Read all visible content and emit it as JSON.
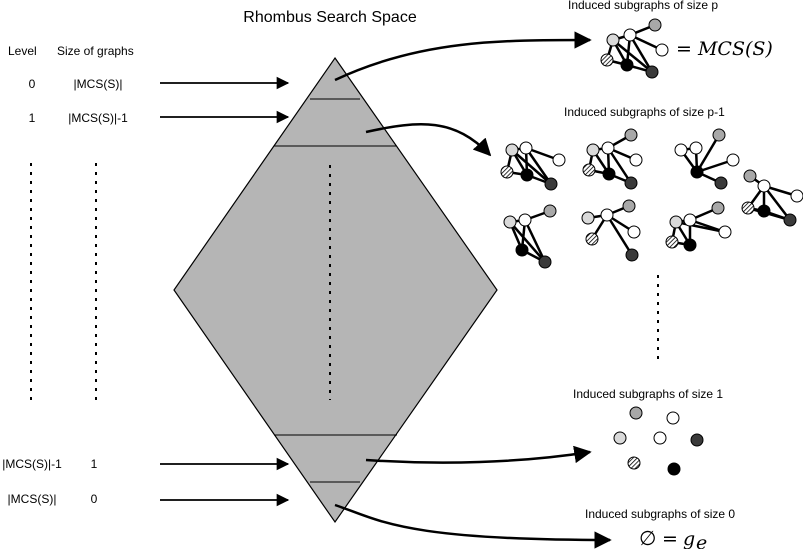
{
  "title": "Rhombus Search Space",
  "table": {
    "header_level": "Level",
    "header_size": "Size of graphs",
    "top_rows": [
      {
        "level": "0",
        "size": "|MCS(S)|"
      },
      {
        "level": "1",
        "size": "|MCS(S)|-1"
      }
    ],
    "bottom_rows": [
      {
        "level": "|MCS(S)|-1",
        "size": "1"
      },
      {
        "level": "|MCS(S)|",
        "size": "0"
      }
    ]
  },
  "labels": {
    "size_p": "Induced subgraphs of size p",
    "size_p_minus_1": "Induced subgraphs of size p-1",
    "size_1": "Induced subgraphs of size 1",
    "size_0": "Induced subgraphs of size 0"
  },
  "equations": {
    "mcs": "= MCS(S)",
    "empty_eq": "= ",
    "empty_symbol": "∅",
    "ge_g": "g",
    "ge_sub": "e"
  },
  "colors": {
    "rhombus_fill": "#b5b5b5",
    "node_white": "#ffffff",
    "node_light": "#d9d9d9",
    "node_gray": "#a8a8a8",
    "node_black": "#000000",
    "node_hatch": "#3a3a3a"
  }
}
